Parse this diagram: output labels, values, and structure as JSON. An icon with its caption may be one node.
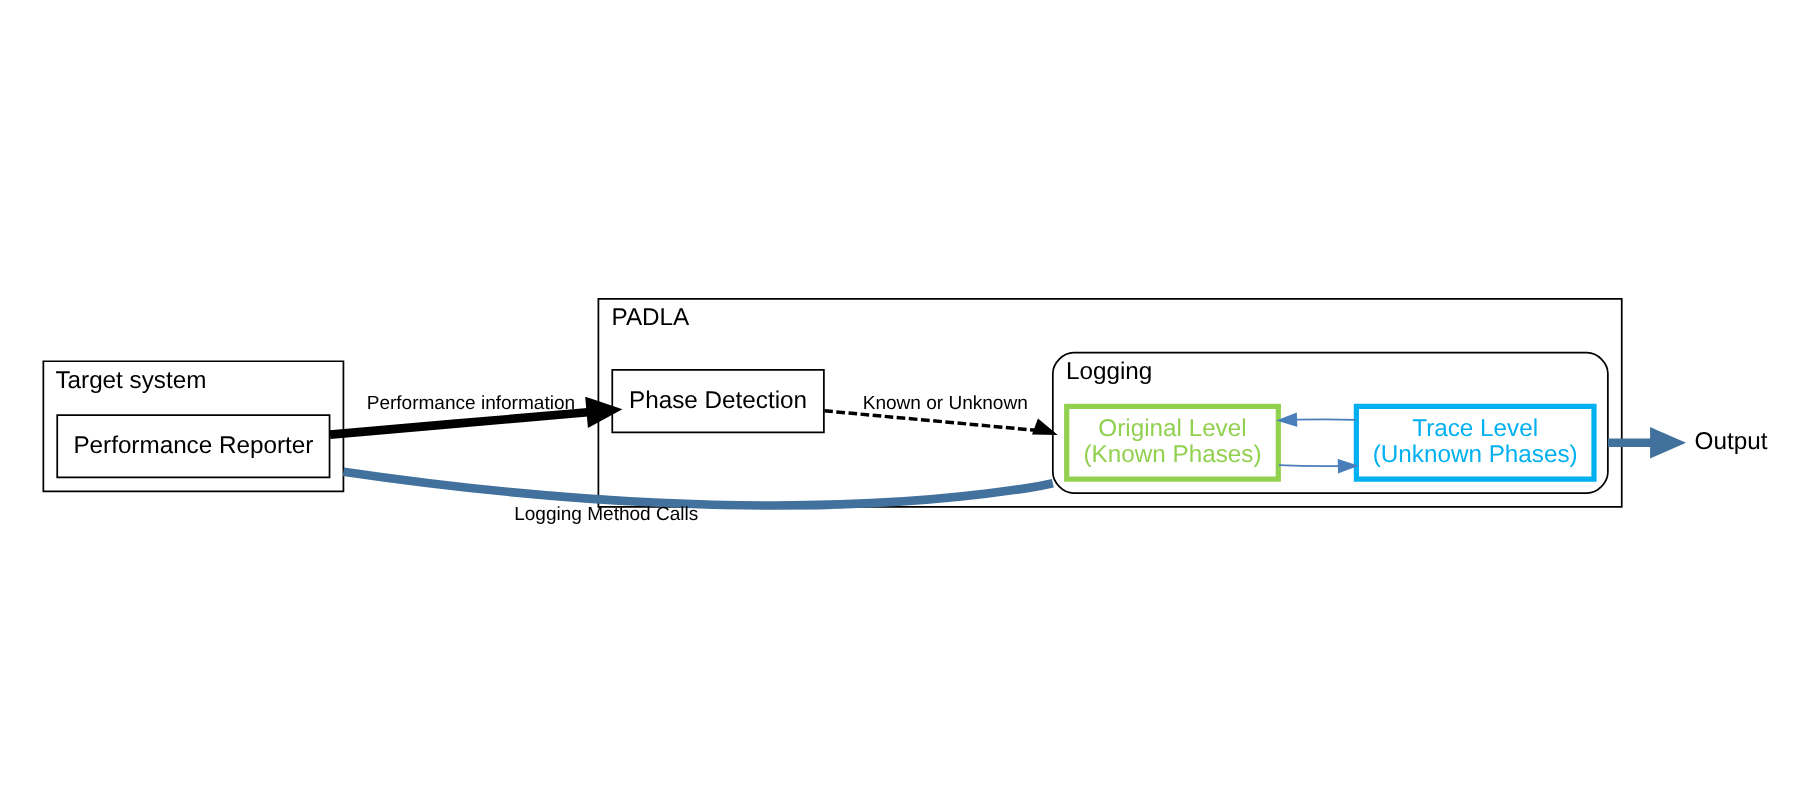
{
  "diagram": {
    "nodes": [
      {
        "text": [
          "Target system"
        ]
      },
      {
        "text": [
          "Performance Reporter"
        ],
        "in": 0
      },
      {
        "text": [
          "PADLA"
        ]
      },
      {
        "text": [
          "Phase Detection"
        ],
        "in": 2
      },
      {
        "text": [
          "Logging"
        ],
        "in": 2
      },
      {
        "text": [
          "Original Level",
          "(Known Phases)"
        ],
        "in": 4
      },
      {
        "text": [
          "Trace Level",
          "(Unknown Phases)"
        ],
        "in": 4
      },
      {
        "text": [
          "Output"
        ]
      }
    ],
    "edges": [
      {
        "from": 0,
        "to": 4,
        "arrow": "none",
        "label": "Logging Method Calls",
        "style": "thick",
        "color": "#41719c"
      },
      {
        "from": 1,
        "to": 3,
        "arrow": "to",
        "label": "Performance information",
        "style": "thick",
        "color": "#000000"
      },
      {
        "from": 3,
        "to": 4,
        "arrow": "to",
        "label": "Known or Unknown",
        "style": "dashed",
        "color": "#000000"
      },
      {
        "from": 6,
        "to": 5,
        "arrow": "to",
        "color": "#4a7ebb"
      },
      {
        "from": 5,
        "to": 6,
        "arrow": "to",
        "color": "#4a7ebb"
      },
      {
        "from": 4,
        "to": 7,
        "arrow": "to",
        "style": "thick",
        "color": "#41719c"
      }
    ]
  }
}
